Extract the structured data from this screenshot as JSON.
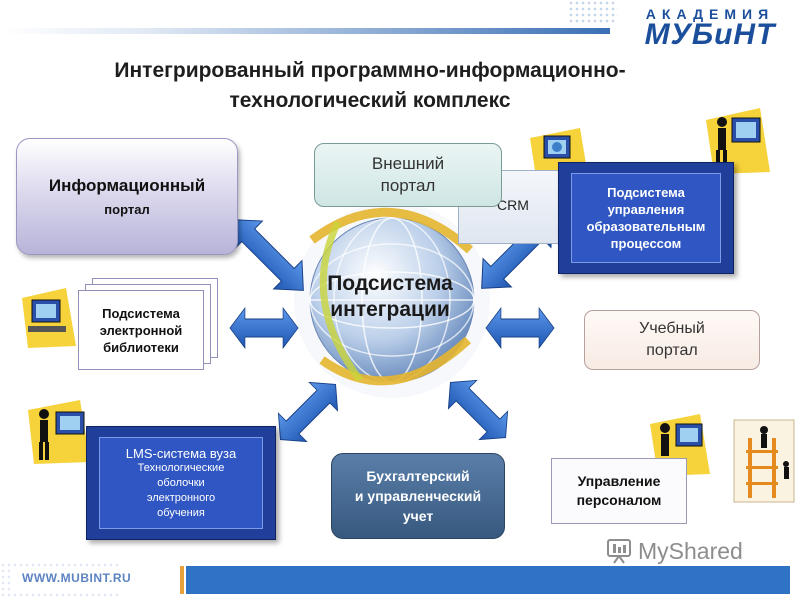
{
  "header": {
    "logo_top": "АКАДЕМИЯ",
    "logo_main": "МУБиНТ",
    "title_line1": "Интегрированный программно-информационно-",
    "title_line2": "технологический комплекс"
  },
  "nodes": {
    "info_portal": {
      "line1": "Информационный",
      "line2": "портал"
    },
    "external_portal": {
      "line1": "Внешний",
      "line2": "портал"
    },
    "crm": "CRM",
    "edu_process": {
      "line1": "Подсистема",
      "line2": "управления",
      "line3": "образовательным",
      "line4": "процессом"
    },
    "library": {
      "line1": "Подсистема",
      "line2": "электронной",
      "line3": "библиотеки"
    },
    "integration": {
      "line1": "Подсистема",
      "line2": "интеграции"
    },
    "study_portal": {
      "line1": "Учебный",
      "line2": "портал"
    },
    "lms": {
      "title": "LMS-система вуза",
      "line1": "Технологические",
      "line2": "оболочки",
      "line3": "электронного",
      "line4": "обучения"
    },
    "accounting": {
      "line1": "Бухгалтерский",
      "line2": "и управленческий",
      "line3": "учет"
    },
    "hr": {
      "line1": "Управление",
      "line2": "персоналом"
    }
  },
  "footer": {
    "url": "WWW.MUBINT.RU",
    "watermark": "MyShared"
  },
  "colors": {
    "arrow": "#2e6bc9",
    "brand_blue": "#1b4f9c",
    "dark_box": "#1f3f9a",
    "footer_bar": "#2f73c6"
  },
  "icons": [
    "person-at-computer-icon",
    "globe-icon",
    "construction-scaffold-icon",
    "arrow-icon"
  ]
}
